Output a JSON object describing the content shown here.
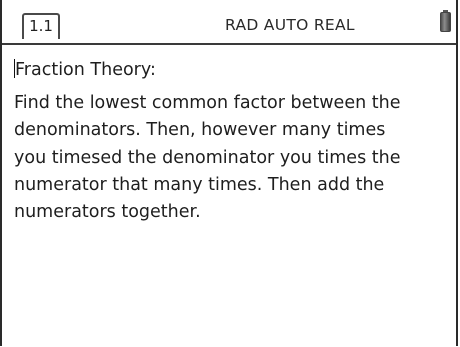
{
  "status_bar": {
    "page_tab": "1.1",
    "mode": "RAD AUTO REAL",
    "battery_icon": "battery-icon"
  },
  "notes": {
    "heading": "Fraction Theory:",
    "body": "Find the lowest common factor between the\ndenominators. Then, however many times\nyou timesed the denominator you times the\nnumerator that many times. Then add the\nnumerators together."
  }
}
